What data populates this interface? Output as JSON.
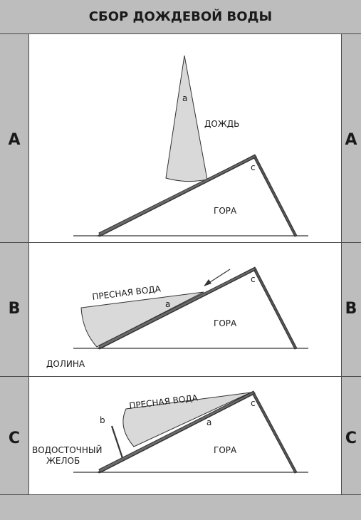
{
  "title": "СБОР ДОЖДЕВОЙ ВОДЫ",
  "rows": [
    {
      "label": "A"
    },
    {
      "label": "B"
    },
    {
      "label": "C"
    }
  ],
  "panel_a": {
    "rain_label": "ДОЖДЬ",
    "angle_label": "a",
    "corner_label": "c",
    "mountain_label": "ГОРА"
  },
  "panel_b": {
    "water_label": "ПРЕСНАЯ ВОДА",
    "angle_label": "a",
    "corner_label": "c",
    "mountain_label": "ГОРА",
    "valley_label": "ДОЛИНА"
  },
  "panel_c": {
    "water_label": "ПРЕСНАЯ ВОДА",
    "angle_label": "a",
    "corner_label": "c",
    "gutter_end_label": "b",
    "gutter_label_line1": "ВОДОСТОЧНЫЙ",
    "gutter_label_line2": "ЖЕЛОБ",
    "mountain_label": "ГОРА"
  },
  "colors": {
    "frame": "#bdbdbd",
    "border": "#4a4a4a",
    "shade": "#d9d9d9",
    "line": "#333333"
  }
}
